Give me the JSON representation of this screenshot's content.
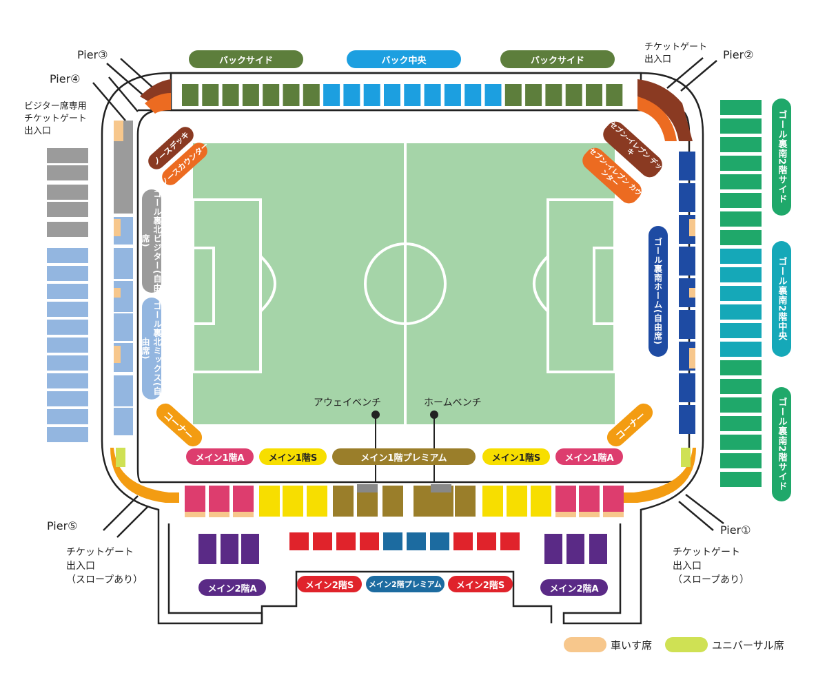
{
  "pier_labels": {
    "pier1": "Pier①",
    "pier2": "Pier②",
    "pier3": "Pier③",
    "pier4": "Pier④",
    "pier5": "Pier⑤"
  },
  "gate_labels": {
    "ne_gate": [
      "チケットゲート",
      "出入口"
    ],
    "visitor_gate": [
      "ビジター席専用",
      "チケットゲート",
      "出入口"
    ],
    "sw_gate": [
      "チケットゲート",
      "出入口",
      "（スロープあり）"
    ],
    "se_gate": [
      "チケットゲート",
      "出入口",
      "（スロープあり）"
    ]
  },
  "sections": {
    "back_side_left": "バックサイド",
    "back_center": "バック中央",
    "back_side_right": "バックサイド",
    "goal_south_2f_side_top": "ゴール裏南2階サイド",
    "goal_south_2f_center": "ゴール裏南2階中央",
    "goal_south_2f_side_bottom": "ゴール裏南2階サイド",
    "north_deck": "ノースデッキ",
    "north_counter": "ノースカウンター",
    "seven_eleven_deck": "セブン-イレブン デッキ",
    "seven_eleven_counter": "セブン-イレブン カウンター",
    "goal_north_visitor": "ゴール裏北ビジター(自由席)",
    "goal_north_mix": "ゴール裏北ミックス(自由席)",
    "goal_south_home": "ゴール裏南ホーム(自由席)",
    "corner_left": "コーナー",
    "corner_right": "コーナー",
    "main1_a_left": "メイン1階A",
    "main1_s_left": "メイン1階S",
    "main1_premium": "メイン1階プレミアム",
    "main1_s_right": "メイン1階S",
    "main1_a_right": "メイン1階A",
    "main2_a_left": "メイン2階A",
    "main2_s_left": "メイン2階S",
    "main2_premium": "メイン2階プレミアム",
    "main2_s_right": "メイン2階S",
    "main2_a_right": "メイン2階A"
  },
  "benches": {
    "away": "アウェイベンチ",
    "home": "ホームベンチ"
  },
  "legend": {
    "wheelchair": "車いす席",
    "universal": "ユニバーサル席"
  },
  "colors": {
    "back_side": "#5d7e3c",
    "back_center": "#1c9fe0",
    "goal_south_side": "#1fa86a",
    "goal_south_center": "#15a8b8",
    "north_deck": "#8a3a22",
    "orange_counter": "#ec6b21",
    "visitor_gray": "#9b9b9b",
    "mix_lightblue": "#93b6e0",
    "home_navy": "#1e4ba3",
    "corner_orange": "#f39c12",
    "main1_a": "#dd3d6e",
    "main1_s": "#f7de00",
    "main1_premium": "#9a7e2a",
    "main2_a": "#5a2a86",
    "main2_s": "#e0232b",
    "main2_premium": "#1c6ba0",
    "pitch": "#a5d4a8",
    "wheelchair": "#f7c78c",
    "universal": "#cfe154"
  }
}
